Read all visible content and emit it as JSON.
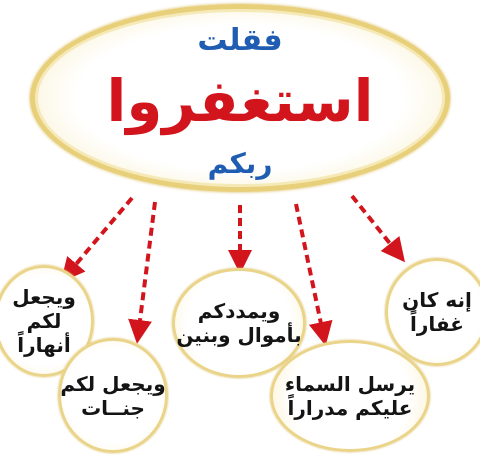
{
  "header": {
    "top_text": "فقلت",
    "main_text": "استغفروا",
    "bottom_text": "ربكم"
  },
  "bubbles": [
    {
      "lines": [
        "ويجعل",
        "لكم",
        "أنهاراً"
      ]
    },
    {
      "lines": [
        "ويجعل لكم",
        "جنــات"
      ]
    },
    {
      "lines": [
        "ويمددكم",
        "بأموال وبنين"
      ]
    },
    {
      "lines": [
        "يرسل السماء",
        "عليكم مدراراً"
      ]
    },
    {
      "lines": [
        "إنه كان",
        "غفاراً"
      ]
    }
  ],
  "colors": {
    "accent_red": "#d2141c",
    "accent_blue": "#1f5db2",
    "gold": "#e8cf7a"
  }
}
